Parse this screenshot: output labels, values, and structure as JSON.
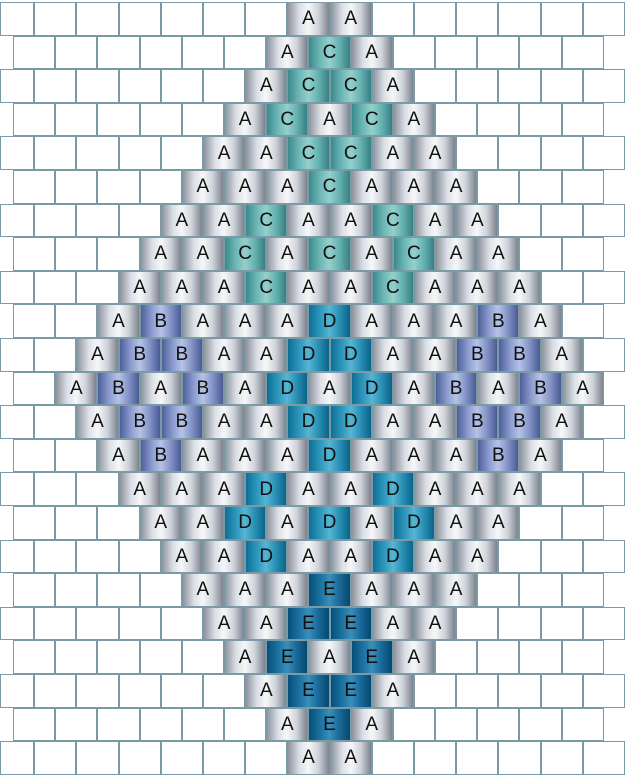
{
  "pattern": {
    "rows": [
      {
        "offset": 0,
        "cells": [
          "",
          "",
          "",
          "",
          "",
          "",
          "",
          "A",
          "A",
          "",
          "",
          "",
          "",
          "",
          ""
        ]
      },
      {
        "offset": 1,
        "cells": [
          "",
          "",
          "",
          "",
          "",
          "",
          "A",
          "C",
          "A",
          "",
          "",
          "",
          "",
          ""
        ]
      },
      {
        "offset": 0,
        "cells": [
          "",
          "",
          "",
          "",
          "",
          "",
          "A",
          "C",
          "C",
          "A",
          "",
          "",
          "",
          "",
          ""
        ]
      },
      {
        "offset": 1,
        "cells": [
          "",
          "",
          "",
          "",
          "",
          "A",
          "C",
          "A",
          "C",
          "A",
          "",
          "",
          "",
          ""
        ]
      },
      {
        "offset": 0,
        "cells": [
          "",
          "",
          "",
          "",
          "",
          "A",
          "A",
          "C",
          "C",
          "A",
          "A",
          "",
          "",
          "",
          ""
        ]
      },
      {
        "offset": 1,
        "cells": [
          "",
          "",
          "",
          "",
          "A",
          "A",
          "A",
          "C",
          "A",
          "A",
          "A",
          "",
          "",
          ""
        ]
      },
      {
        "offset": 0,
        "cells": [
          "",
          "",
          "",
          "",
          "A",
          "A",
          "C",
          "A",
          "A",
          "C",
          "A",
          "A",
          "",
          "",
          ""
        ]
      },
      {
        "offset": 1,
        "cells": [
          "",
          "",
          "",
          "A",
          "A",
          "C",
          "A",
          "C",
          "A",
          "C",
          "A",
          "A",
          "",
          ""
        ]
      },
      {
        "offset": 0,
        "cells": [
          "",
          "",
          "",
          "A",
          "A",
          "A",
          "C",
          "A",
          "A",
          "C",
          "A",
          "A",
          "A",
          "",
          ""
        ]
      },
      {
        "offset": 1,
        "cells": [
          "",
          "",
          "A",
          "B",
          "A",
          "A",
          "A",
          "D",
          "A",
          "A",
          "A",
          "B",
          "A",
          ""
        ]
      },
      {
        "offset": 0,
        "cells": [
          "",
          "",
          "A",
          "B",
          "B",
          "A",
          "A",
          "D",
          "D",
          "A",
          "A",
          "B",
          "B",
          "A",
          ""
        ]
      },
      {
        "offset": 1,
        "cells": [
          "",
          "A",
          "B",
          "A",
          "B",
          "A",
          "D",
          "A",
          "D",
          "A",
          "B",
          "A",
          "B",
          "A"
        ]
      },
      {
        "offset": 0,
        "cells": [
          "",
          "",
          "A",
          "B",
          "B",
          "A",
          "A",
          "D",
          "D",
          "A",
          "A",
          "B",
          "B",
          "A",
          ""
        ]
      },
      {
        "offset": 1,
        "cells": [
          "",
          "",
          "A",
          "B",
          "A",
          "A",
          "A",
          "D",
          "A",
          "A",
          "A",
          "B",
          "A",
          ""
        ]
      },
      {
        "offset": 0,
        "cells": [
          "",
          "",
          "",
          "A",
          "A",
          "A",
          "D",
          "A",
          "A",
          "D",
          "A",
          "A",
          "A",
          "",
          ""
        ]
      },
      {
        "offset": 1,
        "cells": [
          "",
          "",
          "",
          "A",
          "A",
          "D",
          "A",
          "D",
          "A",
          "D",
          "A",
          "A",
          "",
          ""
        ]
      },
      {
        "offset": 0,
        "cells": [
          "",
          "",
          "",
          "",
          "A",
          "A",
          "D",
          "A",
          "A",
          "D",
          "A",
          "A",
          "",
          "",
          ""
        ]
      },
      {
        "offset": 1,
        "cells": [
          "",
          "",
          "",
          "",
          "A",
          "A",
          "A",
          "E",
          "A",
          "A",
          "A",
          "",
          "",
          ""
        ]
      },
      {
        "offset": 0,
        "cells": [
          "",
          "",
          "",
          "",
          "",
          "A",
          "A",
          "E",
          "E",
          "A",
          "A",
          "",
          "",
          "",
          ""
        ]
      },
      {
        "offset": 1,
        "cells": [
          "",
          "",
          "",
          "",
          "",
          "A",
          "E",
          "A",
          "E",
          "A",
          "",
          "",
          "",
          ""
        ]
      },
      {
        "offset": 0,
        "cells": [
          "",
          "",
          "",
          "",
          "",
          "",
          "A",
          "E",
          "E",
          "A",
          "",
          "",
          "",
          "",
          ""
        ]
      },
      {
        "offset": 1,
        "cells": [
          "",
          "",
          "",
          "",
          "",
          "",
          "A",
          "E",
          "A",
          "",
          "",
          "",
          "",
          ""
        ]
      },
      {
        "offset": 0,
        "cells": [
          "",
          "",
          "",
          "",
          "",
          "",
          "",
          "A",
          "A",
          "",
          "",
          "",
          "",
          "",
          ""
        ]
      }
    ]
  },
  "colors": {
    "A": "#cfd3da",
    "B": "#8d9dd0",
    "C": "#6fb8b8",
    "D": "#2f97bc",
    "E": "#1b72a0"
  }
}
